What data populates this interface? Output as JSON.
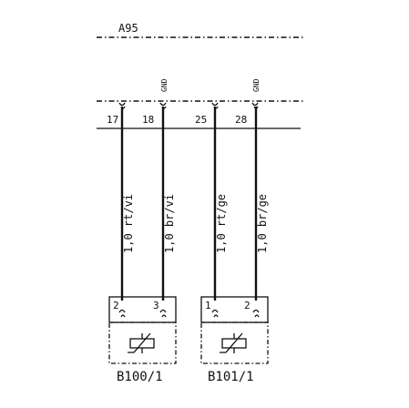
{
  "control_unit": {
    "label": "A95",
    "pins": [
      {
        "number": "17",
        "gnd": ""
      },
      {
        "number": "18",
        "gnd": "GND"
      },
      {
        "number": "25",
        "gnd": ""
      },
      {
        "number": "28",
        "gnd": "GND"
      }
    ]
  },
  "wires": [
    {
      "label": "1,0 rt/vi"
    },
    {
      "label": "1,0 br/vi"
    },
    {
      "label": "1,0 rt/ge"
    },
    {
      "label": "1,0 br/ge"
    }
  ],
  "components": [
    {
      "label": "B100/1",
      "pins": [
        "2",
        "3"
      ]
    },
    {
      "label": "B101/1",
      "pins": [
        "1",
        "2"
      ]
    }
  ],
  "colors": {
    "line": "#111111",
    "background": "#ffffff"
  }
}
